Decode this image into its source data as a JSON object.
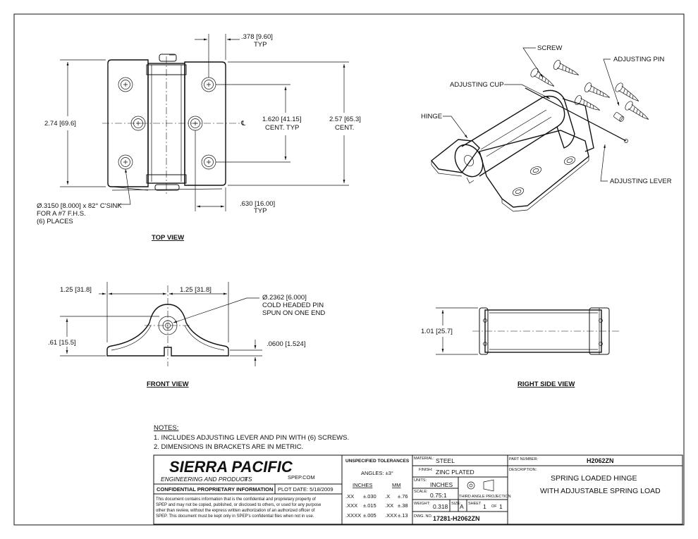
{
  "views": {
    "top": {
      "title": "TOP VIEW",
      "dims": {
        "overall_width": "2.74 [69.6]",
        "leaf_height": "2.57 [65.3]",
        "leaf_height_note": "CENT.",
        "hole_spacing": "1.620 [41.15]",
        "hole_spacing_note": "CENT. TYP",
        "top_offset": ".378 [9.60]",
        "top_offset_note": "TYP",
        "bottom_offset": ".630 [16.00]",
        "bottom_offset_note": "TYP",
        "centerline": "℄",
        "hole_note_1": "Ø.3150 [8.000] x 82° C'SINK",
        "hole_note_2": "FOR A #7 F.H.S.",
        "hole_note_3": "(6) PLACES"
      }
    },
    "front": {
      "title": "FRONT VIEW",
      "dims": {
        "left_width": "1.25 [31.8]",
        "right_width": "1.25 [31.8]",
        "height": ".61 [15.5]",
        "thickness": ".0600 [1.524]",
        "pin_note_1": "Ø.2362 [6.000]",
        "pin_note_2": "COLD HEADED PIN",
        "pin_note_3": "SPUN ON ONE END"
      }
    },
    "right": {
      "title": "RIGHT SIDE VIEW",
      "dims": {
        "height": "1.01 [25.7]"
      }
    },
    "iso": {
      "labels": {
        "screw": "SCREW",
        "adjusting_pin": "ADJUSTING PIN",
        "adjusting_cup": "ADJUSTING CUP",
        "hinge": "HINGE",
        "adjusting_lever": "ADJUSTING LEVER"
      }
    }
  },
  "notes": {
    "heading": "NOTES:",
    "items": [
      "1.   INCLUDES ADJUSTING LEVER AND PIN WITH (6) SCREWS.",
      "2.   DIMENSIONS IN BRACKETS ARE IN METRIC."
    ]
  },
  "title_block": {
    "company": "SIERRA PACIFIC",
    "subtitle": "ENGINEERING AND PRODUCTS",
    "registered": "®",
    "website": "SPEP.COM",
    "confidential_heading": "CONFIDENTIAL PROPRIETARY INFORMATION",
    "plot_date": "PLOT DATE:  5/18/2009",
    "confidential_lines": [
      "This document contains information that is the confidential and proprietary property of",
      "SPEP and may not be copied, published, or disclosed to others, or used for any purpose",
      "other than review, without the express written authorization of an authorized officer of",
      "SPEP. This document must be kept only in SPEP's confidential files when not in use."
    ],
    "tolerances": {
      "heading": "UNSPECIFIED TOLERANCES",
      "angles": "ANGLES:  ±3°",
      "inches_label": "INCHES",
      "mm_label": "MM",
      "rows": [
        {
          "in_fmt": ".XX",
          "in_tol": "±.030",
          "mm_fmt": ".X",
          "mm_tol": "±.76"
        },
        {
          "in_fmt": ".XXX",
          "in_tol": "±.015",
          "mm_fmt": ".XX",
          "mm_tol": "±.38"
        },
        {
          "in_fmt": ".XXXX",
          "in_tol": "±.005",
          "mm_fmt": ".XXX",
          "mm_tol": "±.13"
        }
      ]
    },
    "material_label": "MATERIAL:",
    "material": "STEEL",
    "finish_label": "FINISH:",
    "finish": "ZINC PLATED",
    "units_label": "UNITS:",
    "units": "INCHES",
    "scale_label": "SCALE:",
    "scale": "0.75:1",
    "projection_label": "THIRD ANGLE PROJECTION",
    "weight_label": "WEIGHT:",
    "weight": "0.318",
    "size_label": "SIZE:",
    "size": "A",
    "sheet_label": "SHEET",
    "sheet_num": "1",
    "of_label": "OF",
    "sheet_total": "1",
    "dwg_label": "DWG. NO.",
    "dwg_no": "17281-H2062ZN",
    "part_label": "PART NUMBER:",
    "part_number": "H2062ZN",
    "desc_label": "DESCRIPTION:",
    "description_1": "SPRING LOADED HINGE",
    "description_2": "WITH ADJUSTABLE SPRING LOAD"
  }
}
